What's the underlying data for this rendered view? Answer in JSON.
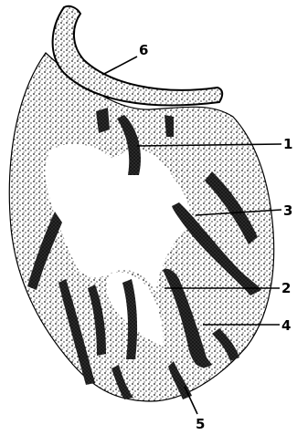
{
  "diagram": {
    "labels": {
      "l1": "1",
      "l2": "2",
      "l3": "3",
      "l4": "4",
      "l5": "5",
      "l6": "6"
    },
    "colors": {
      "ink": "#000000",
      "paper": "#ffffff",
      "stipple": "#1a1a1a"
    }
  }
}
